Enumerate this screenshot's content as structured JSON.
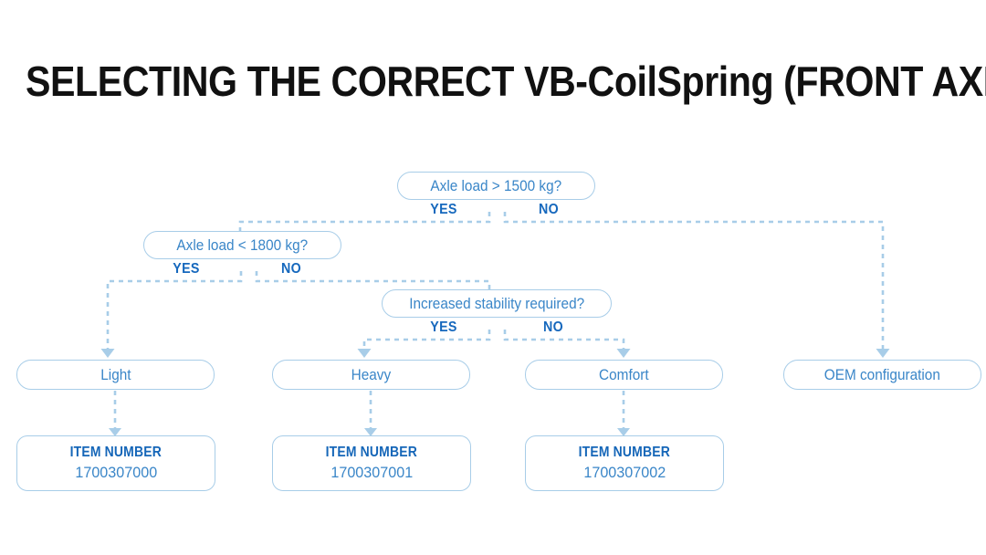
{
  "page": {
    "title": "SELECTING THE CORRECT VB-CoilSpring (FRONT AXLE)",
    "background": "#ffffff"
  },
  "colors": {
    "title_text": "#111111",
    "node_border": "#a8cde8",
    "node_text": "#3a86c8",
    "branch_label": "#1668bd",
    "item_title": "#1566b8",
    "connector": "#a8cde8"
  },
  "flowchart": {
    "type": "decision-tree",
    "decisions": [
      {
        "id": "d1",
        "label": "Axle load > 1500 kg?",
        "yes_label": "YES",
        "no_label": "NO",
        "yes_target": "d2",
        "no_target": "r4"
      },
      {
        "id": "d2",
        "label": "Axle load < 1800 kg?",
        "yes_label": "YES",
        "no_label": "NO",
        "yes_target": "r1",
        "no_target": "d3"
      },
      {
        "id": "d3",
        "label": "Increased stability required?",
        "yes_label": "YES",
        "no_label": "NO",
        "yes_target": "r2",
        "no_target": "r3"
      }
    ],
    "results": [
      {
        "id": "r1",
        "label": "Light"
      },
      {
        "id": "r2",
        "label": "Heavy"
      },
      {
        "id": "r3",
        "label": "Comfort"
      },
      {
        "id": "r4",
        "label": "OEM configuration"
      }
    ],
    "items": [
      {
        "id": "i1",
        "title": "ITEM NUMBER",
        "number": "1700307000",
        "source": "r1"
      },
      {
        "id": "i2",
        "title": "ITEM NUMBER",
        "number": "1700307001",
        "source": "r2"
      },
      {
        "id": "i3",
        "title": "ITEM NUMBER",
        "number": "1700307002",
        "source": "r3"
      }
    ]
  }
}
